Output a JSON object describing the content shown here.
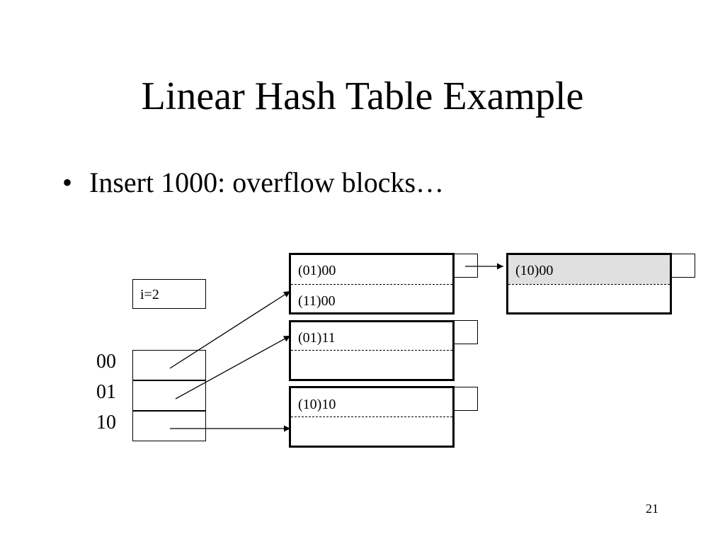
{
  "slide": {
    "title": "Linear Hash Table Example",
    "bullet_marker": "•",
    "bullet": "Insert 1000: overflow blocks…",
    "page_number": "21"
  },
  "diagram": {
    "i_label": "i=2",
    "directory": [
      "00",
      "01",
      "10"
    ],
    "buckets": [
      {
        "slots": [
          "(01)00",
          "(11)00"
        ]
      },
      {
        "slots": [
          "(01)11",
          ""
        ]
      },
      {
        "slots": [
          "(10)10",
          ""
        ]
      }
    ],
    "overflow_block": {
      "slots": [
        "(10)00",
        ""
      ],
      "first_slot_fill": "#e0e0e0"
    }
  }
}
